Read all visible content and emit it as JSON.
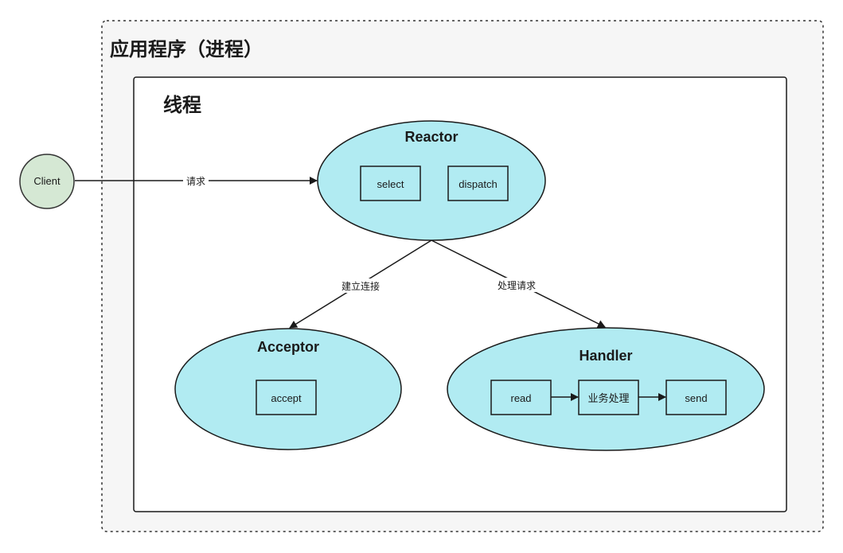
{
  "process": {
    "title": "应用程序（进程）"
  },
  "thread": {
    "title": "线程"
  },
  "client": {
    "label": "Client",
    "fill": "#d5e8d4",
    "stroke": "#333333"
  },
  "reactor": {
    "title": "Reactor",
    "fill": "#b1ebf2",
    "boxes": [
      "select",
      "dispatch"
    ]
  },
  "acceptor": {
    "title": "Acceptor",
    "fill": "#b1ebf2",
    "boxes": [
      "accept"
    ]
  },
  "handler": {
    "title": "Handler",
    "fill": "#b1ebf2",
    "boxes": [
      "read",
      "业务处理",
      "send"
    ]
  },
  "edges": {
    "client_to_reactor": "请求",
    "reactor_to_acceptor": "建立连接",
    "reactor_to_handler": "处理请求"
  }
}
